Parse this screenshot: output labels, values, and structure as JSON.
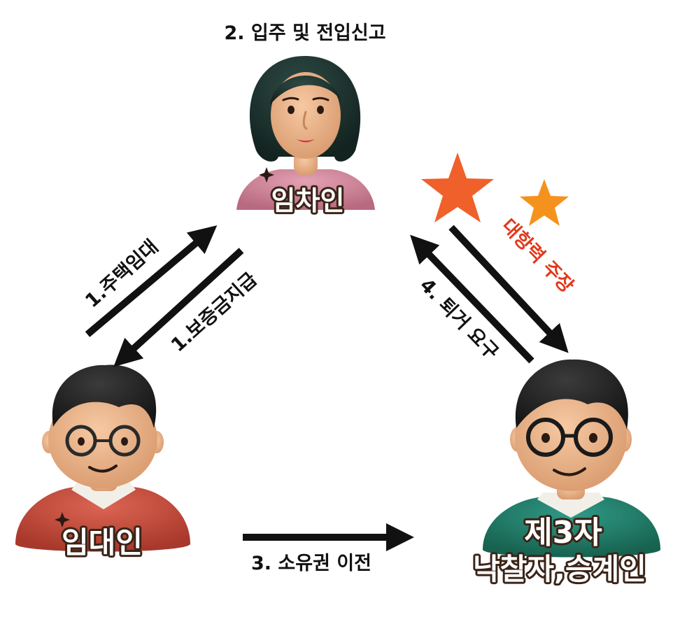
{
  "title": "2. 입주 및 전입신고",
  "people": {
    "tenant": {
      "label": "임차인"
    },
    "landlord": {
      "label": "임대인"
    },
    "third_party": {
      "label_line1": "제3자",
      "label_line2": "낙찰자,승계인"
    }
  },
  "arrows": {
    "lease": "1.주택임대",
    "deposit": "1.보증금지급",
    "ownership_transfer": "3. 소유권 이전",
    "eviction_request": "4. 퇴거 요구",
    "opposability_claim": "대항력 주장"
  },
  "colors": {
    "tenant_shirt": "#d4879c",
    "landlord_shirt": "#c84a3a",
    "third_party_shirt": "#1f7f6e",
    "star_red": "#f0602a",
    "star_orange": "#f5921e",
    "claim_text": "#e23a1c",
    "arrow": "#111111"
  },
  "icons": [
    "star-icon",
    "sparkle-icon"
  ]
}
